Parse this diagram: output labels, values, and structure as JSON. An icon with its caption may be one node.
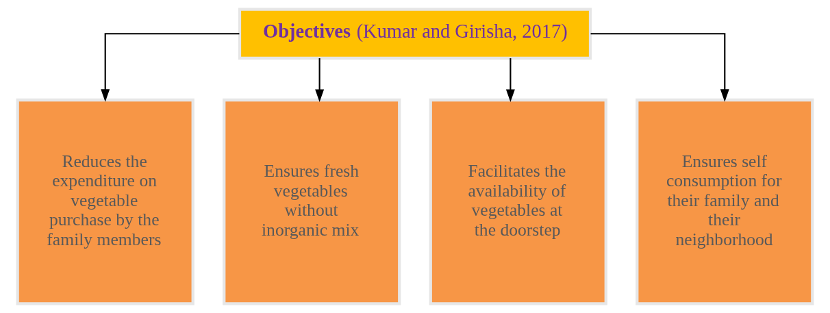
{
  "diagram": {
    "nodes": [
      {
        "text": [
          "**Objectives** (Kumar and Girisha, 2017)"
        ]
      },
      {
        "text": [
          "Reduces the expenditure on vegetable purchase by the family members"
        ]
      },
      {
        "text": [
          "Ensures fresh vegetables without inorganic mix"
        ]
      },
      {
        "text": [
          "Facilitates the availability of vegetables at the doorstep"
        ]
      },
      {
        "text": [
          "Ensures self consumption for their family and their neighborhood"
        ]
      }
    ],
    "edges": [
      {
        "from": 0,
        "to": 1,
        "arrow": "to"
      },
      {
        "from": 0,
        "to": 2,
        "arrow": "to"
      },
      {
        "from": 0,
        "to": 3,
        "arrow": "to"
      },
      {
        "from": 0,
        "to": 4,
        "arrow": "to"
      }
    ]
  }
}
